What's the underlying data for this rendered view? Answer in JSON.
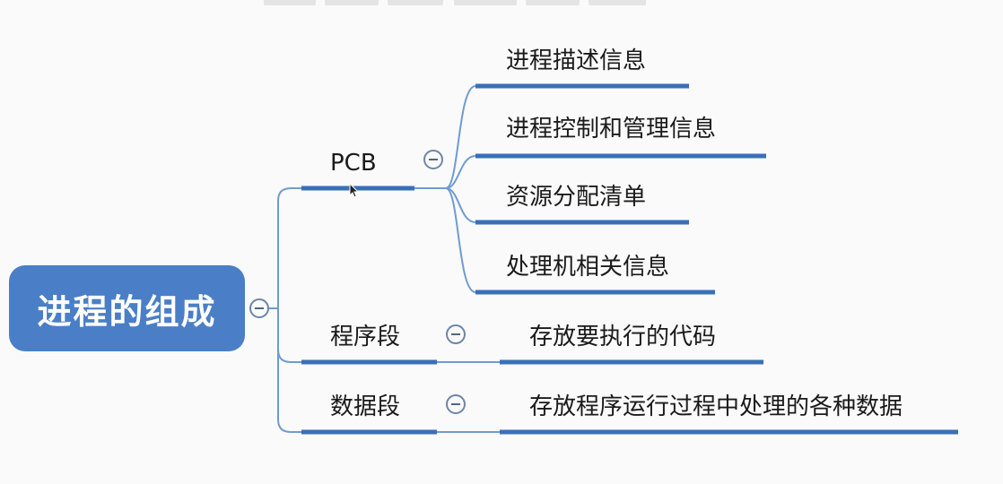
{
  "root": {
    "label": "进程的组成"
  },
  "branches": [
    {
      "label": "PCB"
    },
    {
      "label": "程序段"
    },
    {
      "label": "数据段"
    }
  ],
  "pcb_children": [
    {
      "label": "进程描述信息"
    },
    {
      "label": "进程控制和管理信息"
    },
    {
      "label": "资源分配清单"
    },
    {
      "label": "处理机相关信息"
    }
  ],
  "program_child": {
    "label": "存放要执行的代码"
  },
  "data_child": {
    "label": "存放程序运行过程中处理的各种数据"
  },
  "colors": {
    "root_fill": "#4a7fc7",
    "underline": "#3a6fb8",
    "connector": "#6f9bd0"
  }
}
